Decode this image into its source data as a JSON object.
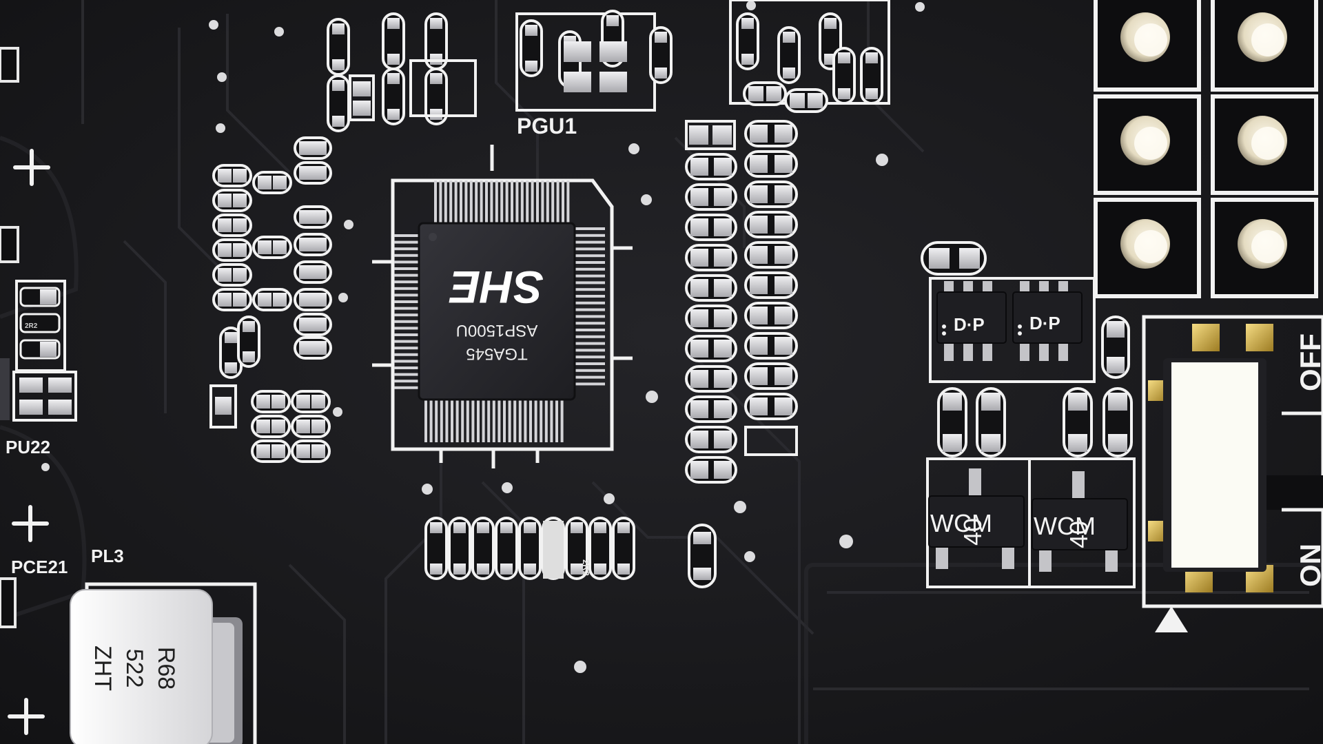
{
  "scene": "pcb-closeup",
  "colors": {
    "board": "#1c1c20",
    "silkscreen": "#f2f2f2",
    "pad": "#d9d9dc",
    "chip": "#2a2a2e",
    "inductor": "#f4f4f4",
    "gold": "#c9a640"
  },
  "silk": {
    "pgu1": "PGU1",
    "pu22": "PU22",
    "pce21": "PCE21",
    "pl3": "PL3",
    "off": "OFF",
    "on": "ON"
  },
  "chip": {
    "brand": "SHE",
    "part": "ASP1500U",
    "code": "TGA545"
  },
  "inductor": {
    "line1": "R68",
    "line2": "522",
    "line3": "ZHT"
  },
  "components": {
    "mosfet_left": "D·P",
    "mosfet_right": "D·P",
    "reg_left_a": "WCM",
    "reg_left_b": "40",
    "reg_right_a": "WCM",
    "reg_right_b": "40",
    "res_left": "2R2",
    "res_bottom": "2R2"
  }
}
